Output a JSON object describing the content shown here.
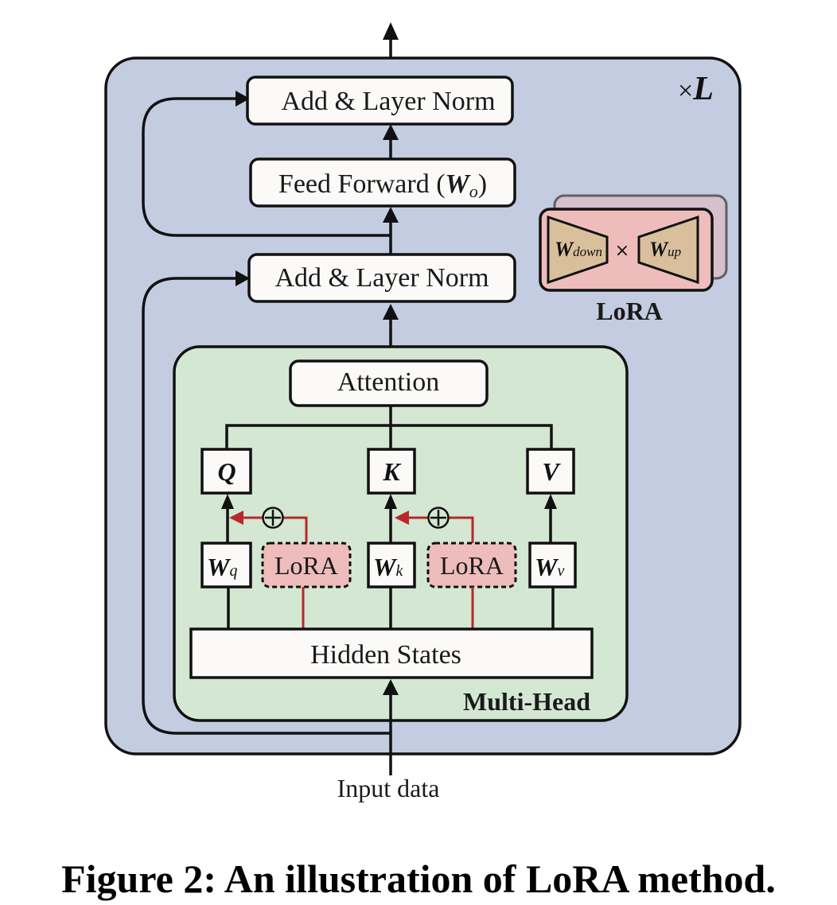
{
  "figure": {
    "caption": "Figure 2: An illustration of LoRA method.",
    "repeat_label": "×",
    "repeat_symbol": "L",
    "input_label": "Input data",
    "colors": {
      "outer_block": "#c3cce0",
      "multihead_block": "#d3e7d2",
      "lora_fill": "#efbcbc",
      "lora_matrix_fill": "#d9bf9b",
      "lora_arrow": "#b8282a",
      "box_fill": "#fbfaf8"
    }
  },
  "blocks": {
    "add_norm_top": "Add & Layer Norm",
    "feed_forward_prefix": "Feed Forward (",
    "feed_forward_W": "W",
    "feed_forward_sub": "o",
    "feed_forward_suffix": ")",
    "add_norm_bottom": "Add & Layer Norm",
    "attention": "Attention",
    "hidden_states": "Hidden States",
    "multi_head_label": "Multi-Head"
  },
  "qkv": {
    "q": "Q",
    "k": "K",
    "v": "V"
  },
  "weights": {
    "wq": {
      "W": "W",
      "sub": "q"
    },
    "wk": {
      "W": "W",
      "sub": "k"
    },
    "wv": {
      "W": "W",
      "sub": "v"
    }
  },
  "lora_adapters": {
    "label_q": "LoRA",
    "label_k": "LoRA",
    "add_symbol": "+"
  },
  "lora_legend": {
    "title": "LoRA",
    "w_down": {
      "W": "W",
      "sub": "down"
    },
    "w_up": {
      "W": "W",
      "sub": "up"
    },
    "times": "×"
  }
}
